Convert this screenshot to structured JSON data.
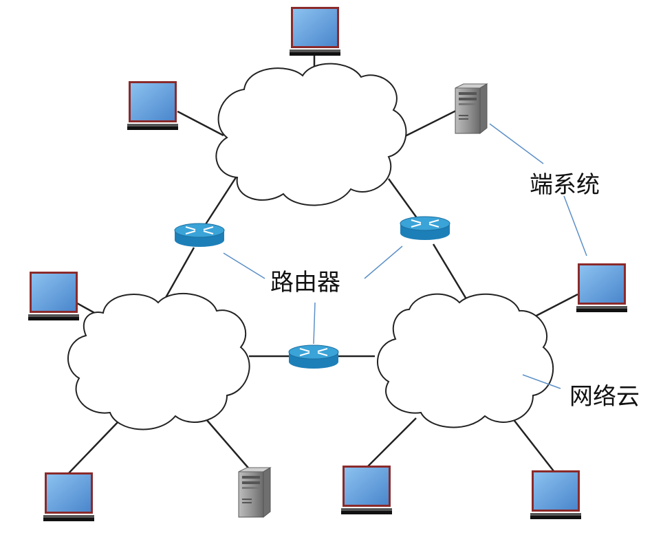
{
  "labels": {
    "end_system": "端系统",
    "router": "路由器",
    "network_cloud": "网络云"
  },
  "icons": {
    "computer": "laptop-icon",
    "server": "server-tower-icon",
    "router": "router-icon",
    "cloud": "network-cloud-shape"
  },
  "colors": {
    "line": "#222222",
    "callout_line": "#5b8fc7",
    "router_top": "#3aa3d7",
    "router_body": "#1d7fb8",
    "screen": "#5d9ee0",
    "screen_border": "#8b2a2a",
    "server": "#9a9a9a"
  }
}
